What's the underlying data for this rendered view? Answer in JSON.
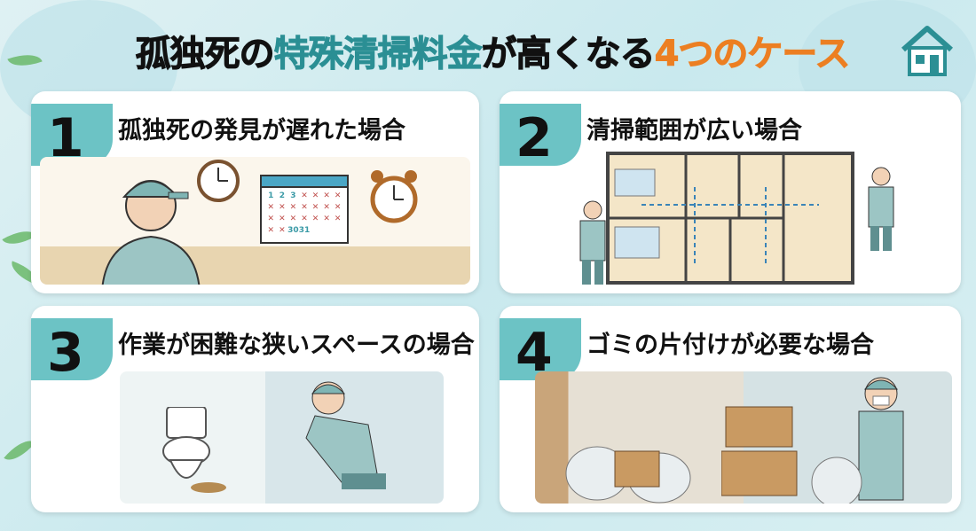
{
  "title": {
    "part1": "孤独死の",
    "part2": "特殊清掃料金",
    "part3": "が高くなる",
    "part4": "4つのケース"
  },
  "colors": {
    "teal": "#2b8f94",
    "orange": "#ec7f22",
    "badge": "#6cc3c5"
  },
  "cards": [
    {
      "number": "1",
      "label": "孤独死の発見が遅れた場合",
      "calendar": {
        "days": [
          "1",
          "2",
          "3"
        ],
        "last_days": [
          "30",
          "31"
        ]
      }
    },
    {
      "number": "2",
      "label": "清掃範囲が広い場合"
    },
    {
      "number": "3",
      "label": "作業が困難な狭いスペースの場合"
    },
    {
      "number": "4",
      "label": "ゴミの片付けが必要な場合"
    }
  ],
  "icons": [
    "house-icon",
    "clock-icon",
    "alarm-clock-icon",
    "calendar-icon",
    "floor-plan-icon",
    "toilet-icon",
    "trash-bag-icon",
    "cardboard-box-icon",
    "leaf-icon"
  ]
}
